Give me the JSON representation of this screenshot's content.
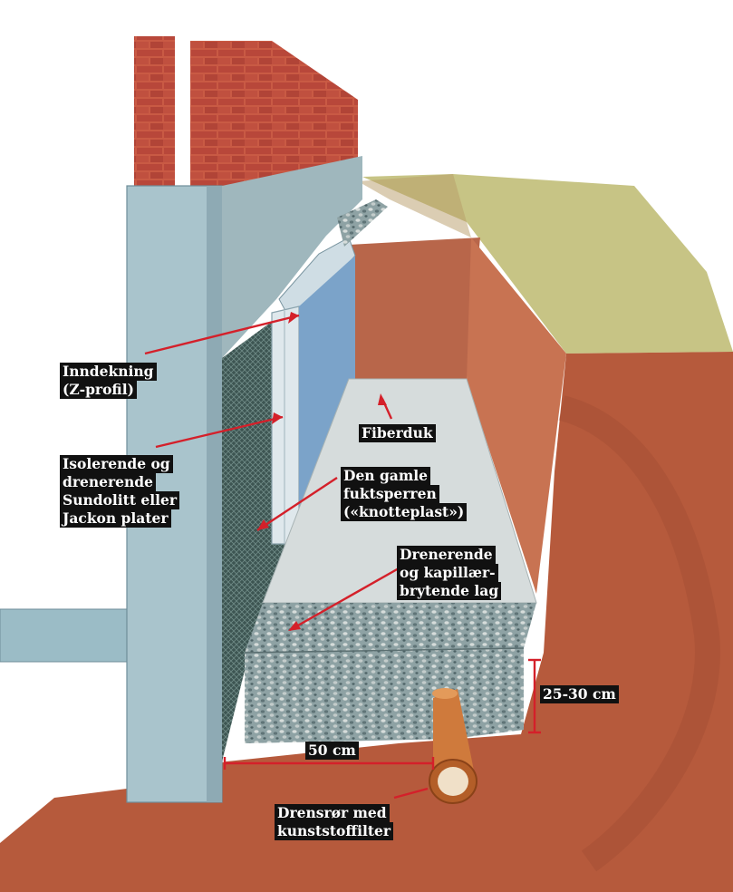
{
  "labels": {
    "inndekning": [
      "Inndekning",
      "(Z-profil)"
    ],
    "isolerende": [
      "Isolerende og",
      "drenerende",
      "Sundolitt eller",
      "Jackon plater"
    ],
    "fiberduk": [
      "Fiberduk"
    ],
    "fuktsperren": [
      "Den gamle",
      "fuktsperren",
      "(«knotteplast»)"
    ],
    "drenerende_lag": [
      "Drenerende",
      "og kapillær-",
      "brytende lag"
    ],
    "height": [
      "25-30 cm"
    ],
    "width": [
      "50 cm"
    ],
    "drensror": [
      "Drensrør med",
      "kunststoffilter"
    ]
  },
  "colors": {
    "arrow": "#d4202a",
    "label_background": "#111111",
    "label_text": "#ffffff",
    "concrete": "#a9c4cc",
    "brick": "#b8473a",
    "soil": "#b65a3c",
    "grass": "#c7c485",
    "gravel": "#8ea2a4",
    "pipe": "#cf7a3c"
  }
}
